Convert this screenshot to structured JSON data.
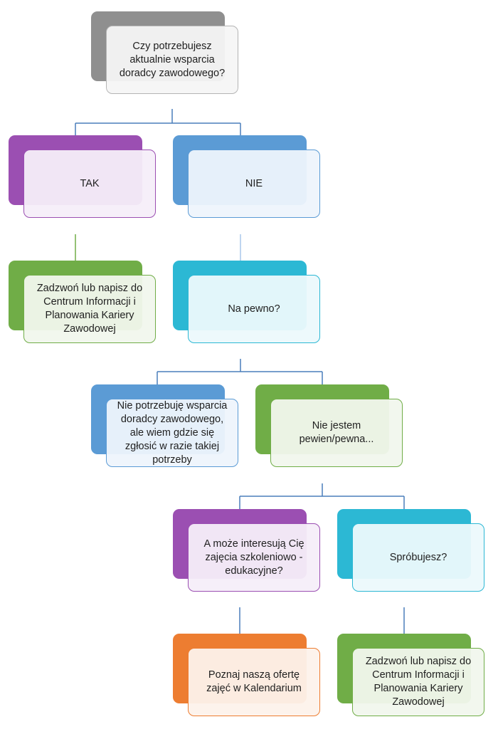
{
  "colors": {
    "gray": "#8f8f8f",
    "purple": "#9b4fb2",
    "blue": "#5b9bd5",
    "teal": "#2cb8d4",
    "green": "#70ad47",
    "orange": "#ed7d31",
    "connector": "#4a7ebb"
  },
  "nodes": {
    "question": "Czy potrzebujesz aktualnie wsparcia doradcy zawodowego?",
    "yes": "TAK",
    "no": "NIE",
    "yes_action": "Zadzwoń lub napisz do Centrum Informacji i Planowania Kariery Zawodowej",
    "sure": "Na pewno?",
    "not_needed": "Nie potrzebuję wsparcia doradcy zawodowego, ale wiem gdzie się zgłosić w razie takiej potrzeby",
    "not_sure": "Nie jestem pewien/pewna...",
    "training": "A może interesują Cię zajęcia szkoleniowo - edukacyjne?",
    "try": "Spróbujesz?",
    "offer": "Poznaj naszą ofertę zajęć w Kalendarium",
    "try_action": "Zadzwoń lub napisz do Centrum Informacji i Planowania Kariery Zawodowej"
  }
}
